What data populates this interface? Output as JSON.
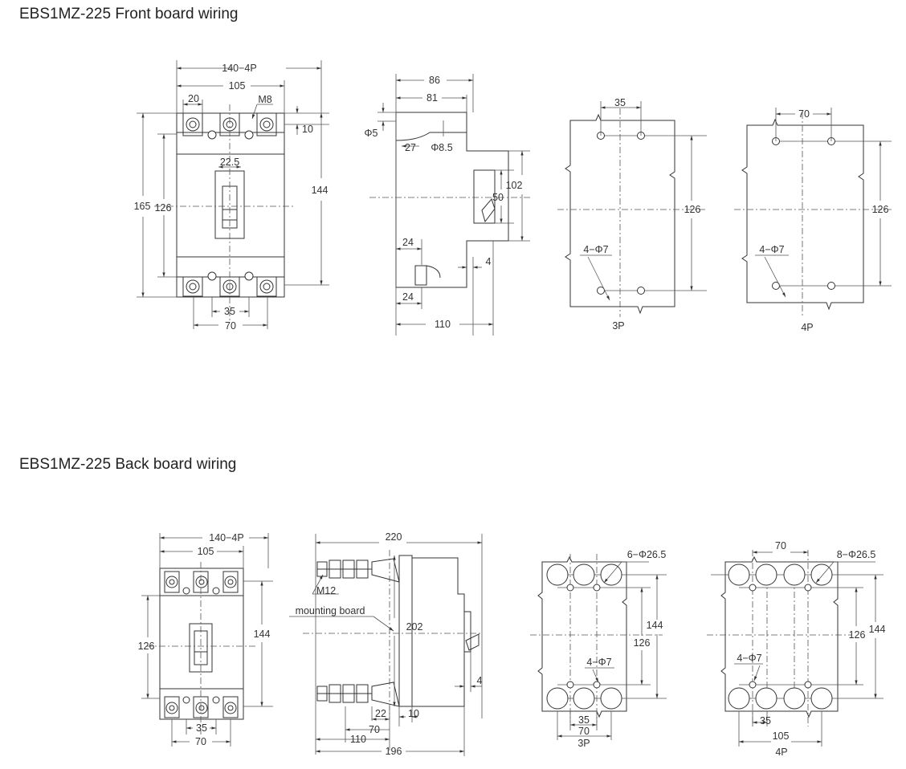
{
  "titles": {
    "front": "EBS1MZ-225 Front board wiring",
    "back": "EBS1MZ-225 Back board wiring"
  },
  "front": {
    "view1": {
      "w_total": "140−4P",
      "w_105": "105",
      "w_20": "20",
      "thread": "M8",
      "d_10": "10",
      "w_22_5": "22.5",
      "h_165": "165",
      "h_126": "126",
      "h_144": "144",
      "w_35": "35",
      "w_70": "70"
    },
    "view2": {
      "d_86": "86",
      "d_81": "81",
      "phi5": "Φ5",
      "d_27": "27",
      "phi8_5": "Φ8.5",
      "h_102": "102",
      "h_50": "50",
      "d_24a": "24",
      "d_4": "4",
      "d_24b": "24",
      "d_110": "110"
    },
    "view3": {
      "w_35": "35",
      "h_126": "126",
      "holes": "4−Φ7",
      "label": "3P"
    },
    "view4": {
      "w_70": "70",
      "h_126": "126",
      "holes": "4−Φ7",
      "label": "4P"
    }
  },
  "back": {
    "view1": {
      "w_total": "140−4P",
      "w_105": "105",
      "h_126": "126",
      "h_144": "144",
      "w_35": "35",
      "w_70": "70"
    },
    "view2": {
      "d_220": "220",
      "thread": "M12",
      "board": "mounting board",
      "h_202": "202",
      "d_4": "4",
      "d_22": "22",
      "d_10": "10",
      "d_70": "70",
      "d_110": "110",
      "d_196": "196"
    },
    "view3": {
      "holes_big": "6−Φ26.5",
      "h_144": "144",
      "h_126": "126",
      "holes_small": "4−Φ7",
      "w_35": "35",
      "w_70": "70",
      "label": "3P"
    },
    "view4": {
      "w_70": "70",
      "holes_big": "8−Φ26.5",
      "h_126": "126",
      "h_144": "144",
      "holes_small": "4−Φ7",
      "w_35": "35",
      "w_105": "105",
      "label": "4P"
    }
  }
}
